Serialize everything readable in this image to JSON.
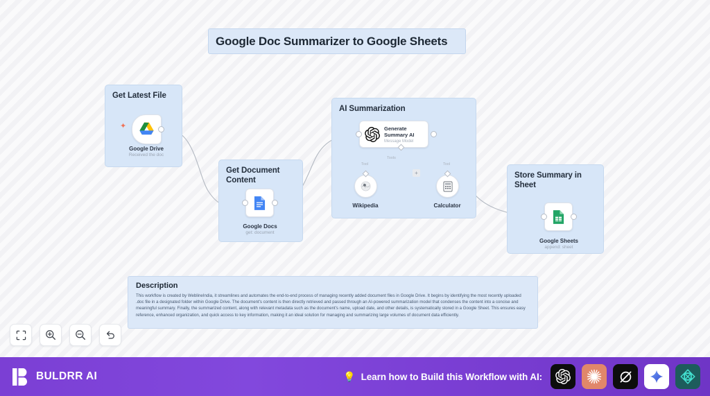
{
  "workflow": {
    "title": "Google Doc Summarizer to Google Sheets"
  },
  "groups": {
    "get_latest_file": {
      "title": "Get Latest File",
      "node": {
        "label": "Google Drive",
        "sublabel": "Received the doc",
        "icon": "google-drive-icon"
      }
    },
    "get_document_content": {
      "title": "Get Document Content",
      "node": {
        "label": "Google Docs",
        "sublabel": "get: document",
        "icon": "google-docs-icon"
      }
    },
    "ai_summarization": {
      "title": "AI Summarization",
      "node": {
        "label": "Generate Summary AI",
        "label_line1": "Generate",
        "label_line2": "Summary AI",
        "sublabel": "Message Model",
        "icon": "openai-icon"
      },
      "tools_label": "Tools",
      "tools": [
        {
          "label": "Wikipedia",
          "edge_label": "Tool",
          "icon": "wikipedia-icon"
        },
        {
          "label": "Calculator",
          "edge_label": "Tool",
          "icon": "calculator-icon"
        }
      ],
      "add_tool_label": "+"
    },
    "store_summary": {
      "title": "Store Summary in Sheet",
      "node": {
        "label": "Google Sheets",
        "sublabel": "append: sheet",
        "icon": "google-sheets-icon"
      }
    }
  },
  "description": {
    "title": "Description",
    "body": "This workflow is created by WeblineIndia, it streamlines and automates the end-to-end process of managing recently added document files in Google Drive. It begins by identifying the most recently uploaded .doc file in a designated folder within Google Drive. The document's content is then directly retrieved and passed through an AI-powered summarization model that condenses the content into a concise and meaningful summary. Finally, the summarized content, along with relevant metadata such as the document's name, upload date, and other details, is systematically stored in a Google Sheet. This ensures easy reference, enhanced organization, and quick access to key information, making it an ideal solution for managing and summarizing large volumes of document data efficiently."
  },
  "toolbar": {
    "buttons": [
      {
        "name": "fit-to-screen-button",
        "icon": "fit-screen-icon"
      },
      {
        "name": "zoom-in-button",
        "icon": "zoom-in-icon"
      },
      {
        "name": "zoom-out-button",
        "icon": "zoom-out-icon"
      },
      {
        "name": "reset-button",
        "icon": "undo-icon"
      }
    ]
  },
  "footer": {
    "brand": "BULDRR AI",
    "cta": "Learn how to Build this Workflow with AI:",
    "cta_icon": "lightbulb-icon",
    "ai_icons": [
      {
        "name": "chatgpt-icon",
        "bg": "#0d0d0d"
      },
      {
        "name": "claude-icon",
        "bg": "#e1876a"
      },
      {
        "name": "grok-icon",
        "bg": "#0d0d0d"
      },
      {
        "name": "gemini-icon",
        "bg": "#ffffff"
      },
      {
        "name": "kimi-icon",
        "bg": "#1d5c5c"
      }
    ]
  },
  "colors": {
    "group_bg": "#d7e6f8",
    "panel_bg": "#dce8f8",
    "brand_purple": "#7b3fd4",
    "accent_orange": "#ef7358"
  }
}
